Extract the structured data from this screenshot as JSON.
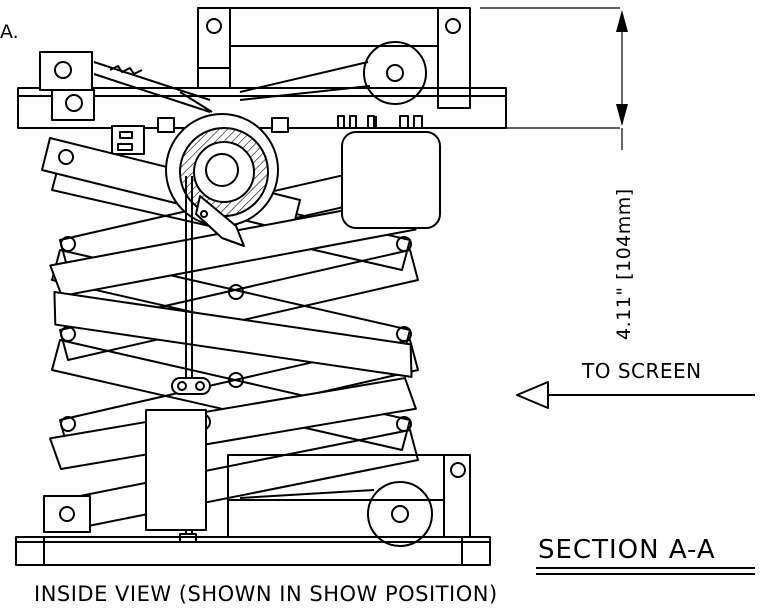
{
  "labels": {
    "section_ref": "A.",
    "dimension": "4.11\" [104mm]",
    "direction": "TO SCREEN",
    "section_title": "SECTION A-A",
    "caption": "INSIDE VIEW (SHOWN IN SHOW POSITION)"
  }
}
